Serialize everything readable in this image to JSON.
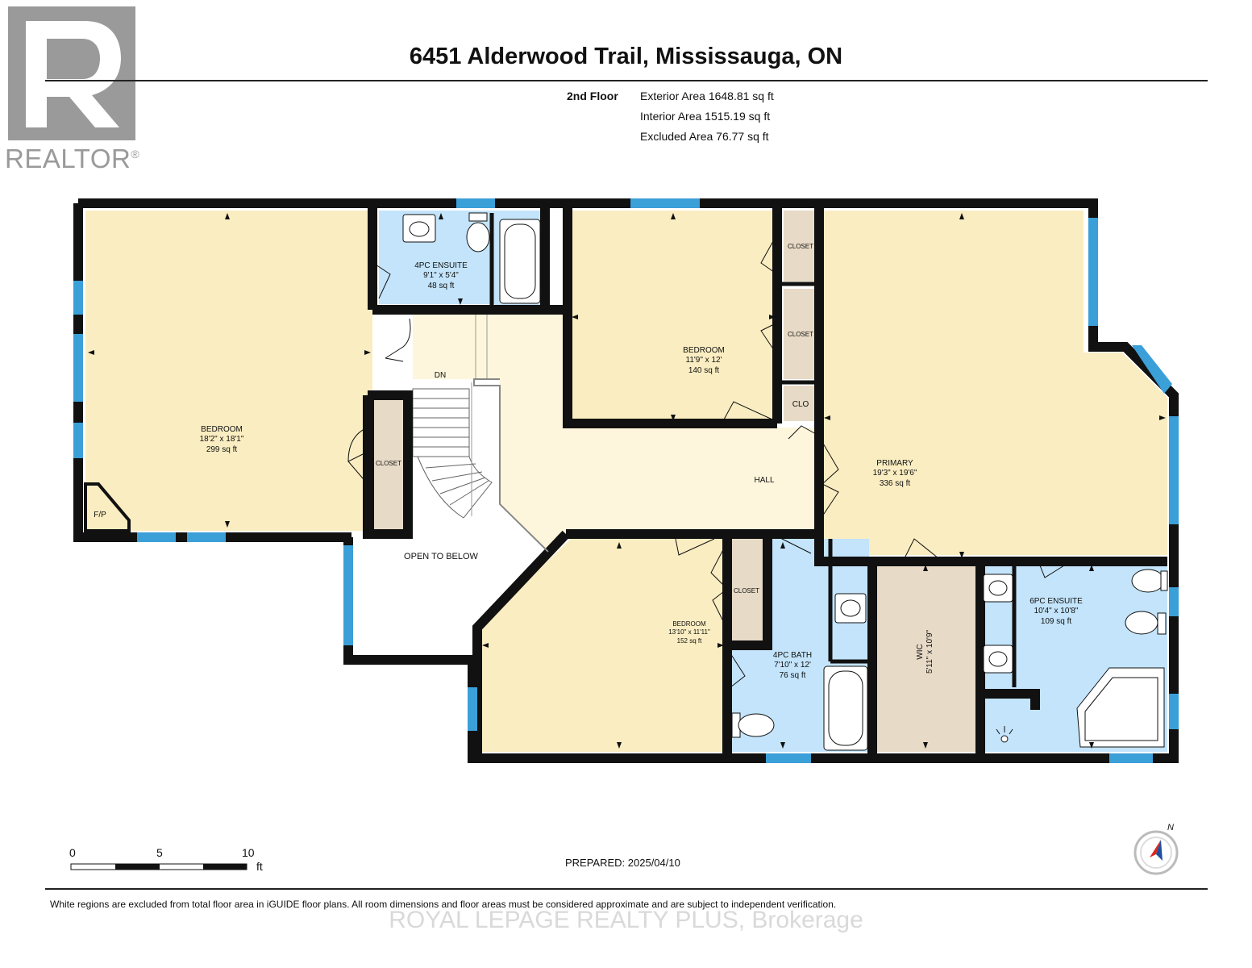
{
  "logo": {
    "letter": "R",
    "text": "REALTOR",
    "mark": "®"
  },
  "header": {
    "title": "6451 Alderwood Trail, Mississauga, ON"
  },
  "areas": {
    "floor": "2nd Floor",
    "exterior": "Exterior Area 1648.81 sq ft",
    "interior": "Interior Area 1515.19 sq ft",
    "excluded": "Excluded Area 76.77 sq ft"
  },
  "rooms": {
    "bedroom1": {
      "name": "BEDROOM",
      "dims": "18'2\" x 18'1\"",
      "area": "299 sq ft"
    },
    "ensuite4": {
      "name": "4PC ENSUITE",
      "dims": "9'1\" x 5'4\"",
      "area": "48 sq ft"
    },
    "bedroom2": {
      "name": "BEDROOM",
      "dims": "11'9\" x 12'",
      "area": "140 sq ft"
    },
    "primary": {
      "name": "PRIMARY",
      "dims": "19'3\" x 19'6\"",
      "area": "336 sq ft"
    },
    "bedroom3": {
      "name": "BEDROOM",
      "dims": "13'10\" x 11'11\"",
      "area": "152 sq ft"
    },
    "bath4": {
      "name": "4PC BATH",
      "dims": "7'10\" x 12'",
      "area": "76 sq ft"
    },
    "wic": {
      "name": "WIC",
      "dims": "5'11\" x 10'9\""
    },
    "ensuite6": {
      "name": "6PC ENSUITE",
      "dims": "10'4\" x 10'8\"",
      "area": "109 sq ft"
    },
    "hall": "HALL",
    "open_below": "OPEN TO BELOW",
    "dn": "DN",
    "fp": "F/P",
    "closet": "CLOSET",
    "clo": "CLO"
  },
  "scale": {
    "ticks": [
      "0",
      "5",
      "10"
    ],
    "unit": "ft"
  },
  "prepared": "PREPARED: 2025/04/10",
  "compass": {
    "label": "N"
  },
  "footnote": "White regions are excluded from total floor area in iGUIDE floor plans. All room dimensions and floor areas must be considered approximate and are subject to independent verification.",
  "watermark": "ROYAL LEPAGE REALTY PLUS, Brokerage",
  "colors": {
    "bedroom": "#faedc1",
    "hall": "#fdf6dc",
    "bath": "#c3e4fb",
    "closet": "#e7dac6",
    "wall": "#111111",
    "window": "#3b9fd8"
  }
}
